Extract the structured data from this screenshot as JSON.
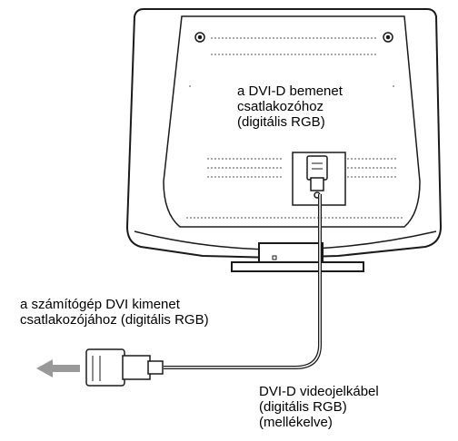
{
  "labels": {
    "monitor_input": [
      "a DVI-D bemenet",
      "csatlakozóhoz",
      "(digitális RGB)"
    ],
    "computer_output": [
      "a számítógép DVI kimenet",
      "csatlakozójához (digitális RGB)"
    ],
    "cable": [
      "DVI-D videojelkábel",
      "(digitális RGB)",
      "(mellékelve)"
    ]
  },
  "icons": {
    "direction_arrow": "arrow-left-icon",
    "connector": "dvi-connector-icon"
  },
  "colors": {
    "line": "#1a1a1a",
    "arrow": "#999999",
    "panel_fill": "#ffffff"
  }
}
